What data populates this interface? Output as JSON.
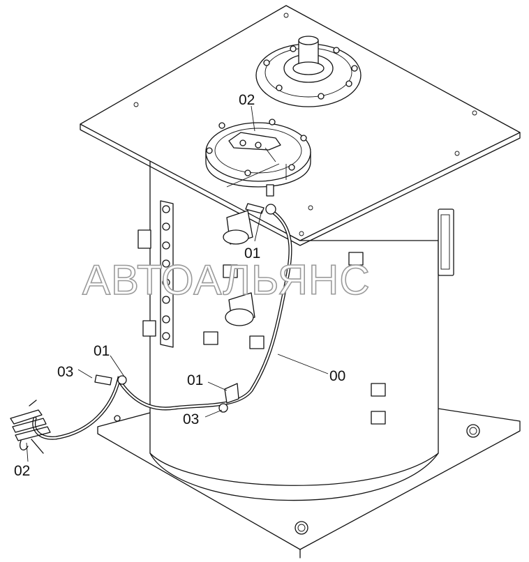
{
  "diagram": {
    "watermark": "АВТОАЛЬЯНС",
    "callouts": [
      {
        "id": "c-02-top",
        "text": "02"
      },
      {
        "id": "c-01-top",
        "text": "01"
      },
      {
        "id": "c-01-left",
        "text": "01"
      },
      {
        "id": "c-03-left",
        "text": "03"
      },
      {
        "id": "c-00",
        "text": "00"
      },
      {
        "id": "c-01-mid",
        "text": "01"
      },
      {
        "id": "c-03-mid",
        "text": "03"
      },
      {
        "id": "c-02-bottom",
        "text": "02"
      }
    ]
  }
}
